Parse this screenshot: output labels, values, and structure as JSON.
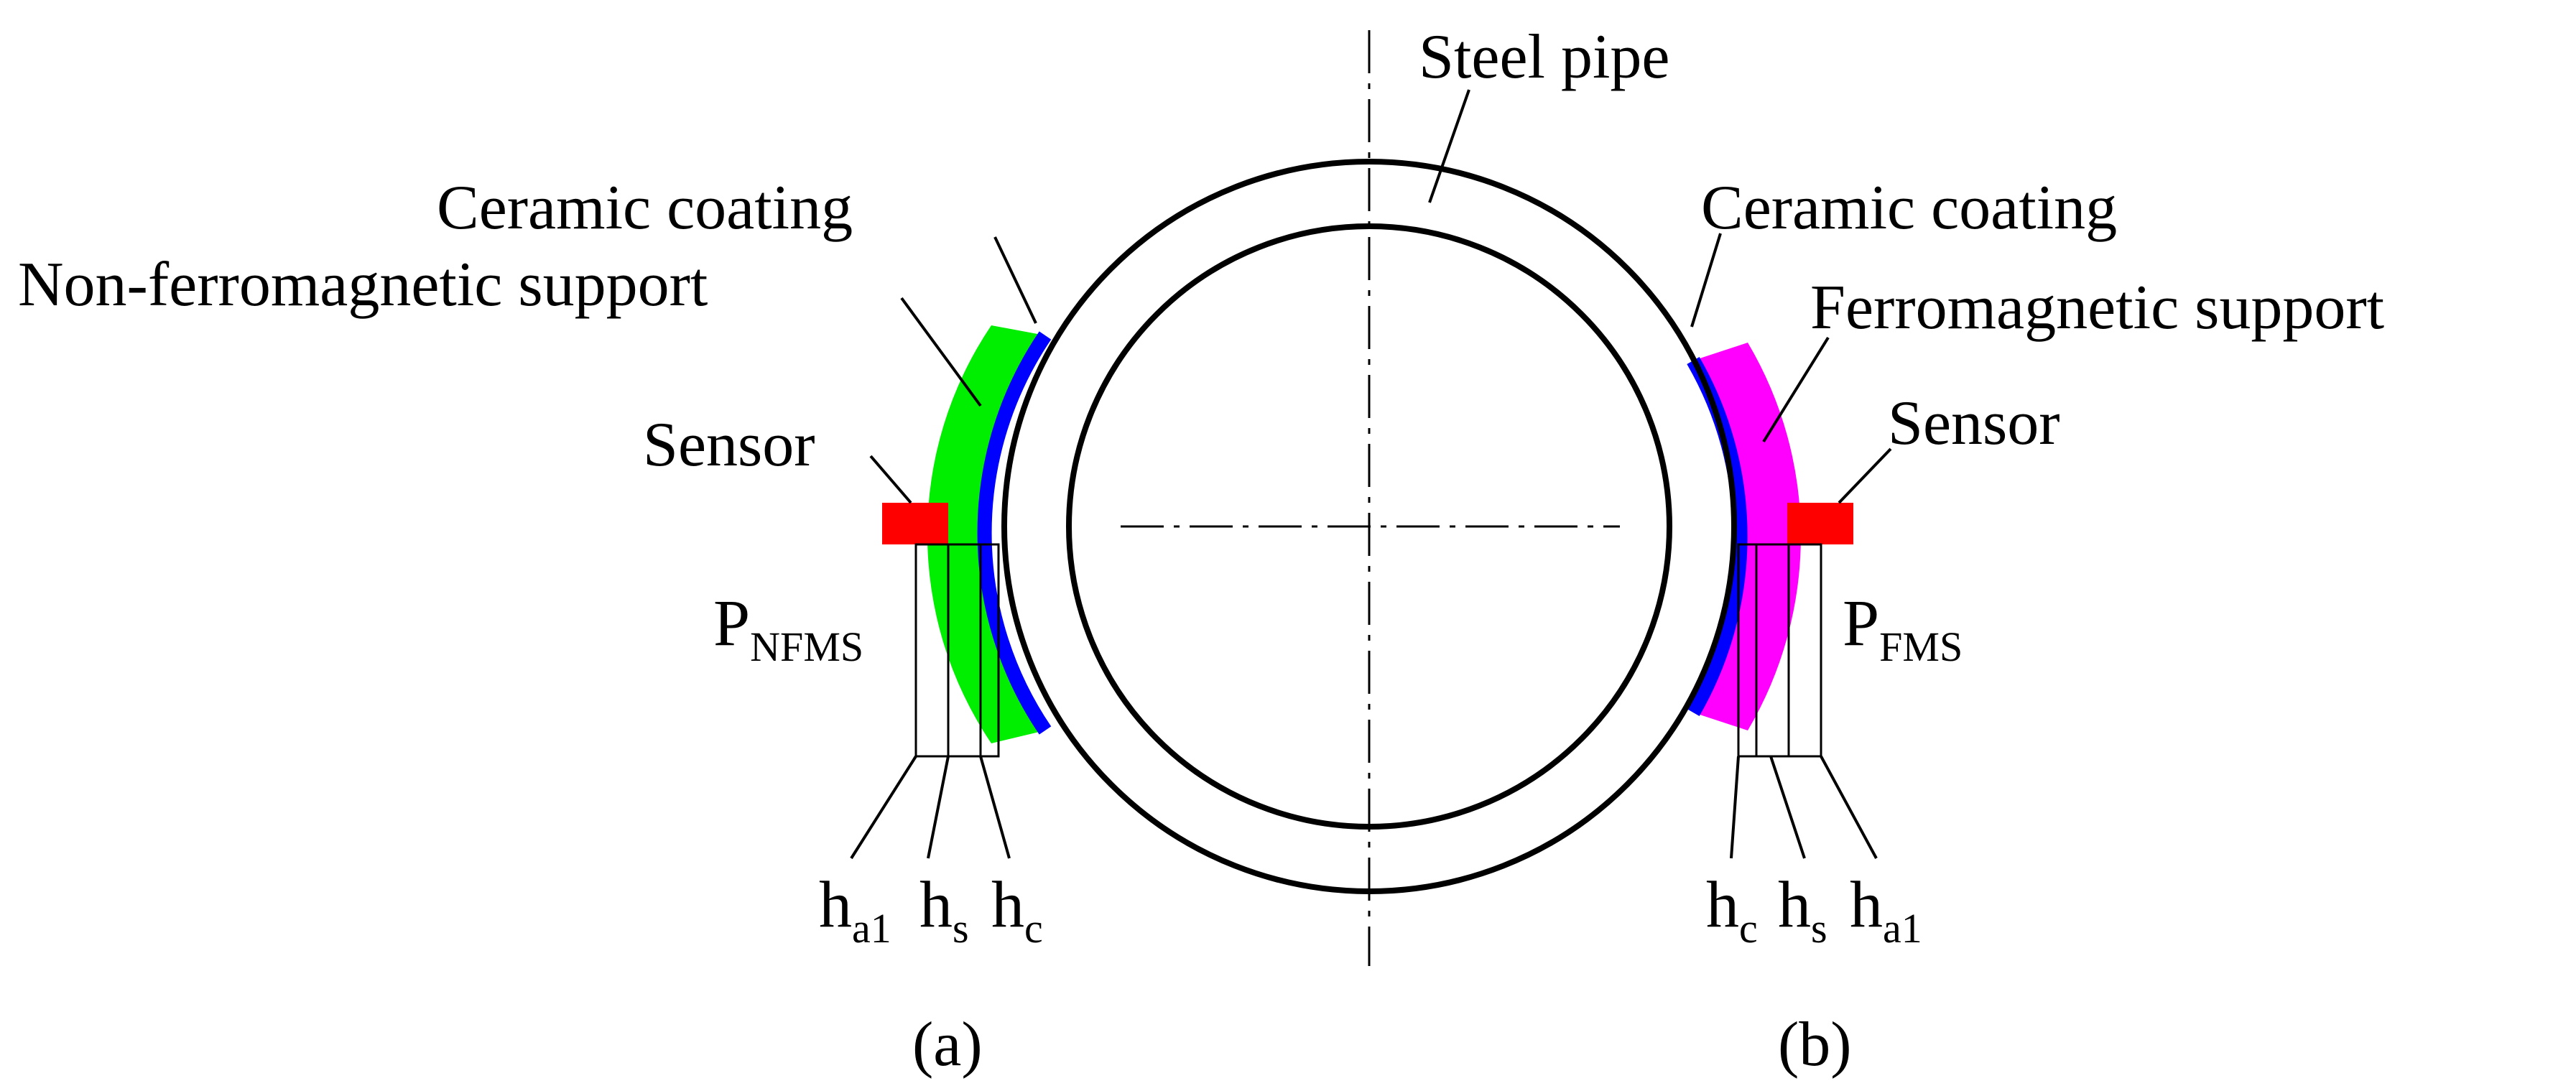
{
  "labels": {
    "steel_pipe": "Steel pipe",
    "ceramic_coating_left": "Ceramic coating",
    "non_ferromagnetic_support": "Non-ferromagnetic support",
    "sensor_left": "Sensor",
    "ceramic_coating_right": "Ceramic coating",
    "ferromagnetic_support": "Ferromagnetic support",
    "sensor_right": "Sensor"
  },
  "positions": {
    "left": {
      "main": "P",
      "sub": "NFMS"
    },
    "right": {
      "main": "P",
      "sub": "FMS"
    }
  },
  "dimensions": {
    "left": [
      {
        "main": "h",
        "sub": "a1"
      },
      {
        "main": "h",
        "sub": "s"
      },
      {
        "main": "h",
        "sub": "c"
      }
    ],
    "right": [
      {
        "main": "h",
        "sub": "c"
      },
      {
        "main": "h",
        "sub": "s"
      },
      {
        "main": "h",
        "sub": "a1"
      }
    ]
  },
  "panels": {
    "a": "(a)",
    "b": "(b)"
  },
  "colors": {
    "ceramic_coating": "#0000ff",
    "non_ferromagnetic_support": "#00ee00",
    "ferromagnetic_support": "#ff00ff",
    "sensor": "#ff0000",
    "pipe_outline": "#000000"
  }
}
